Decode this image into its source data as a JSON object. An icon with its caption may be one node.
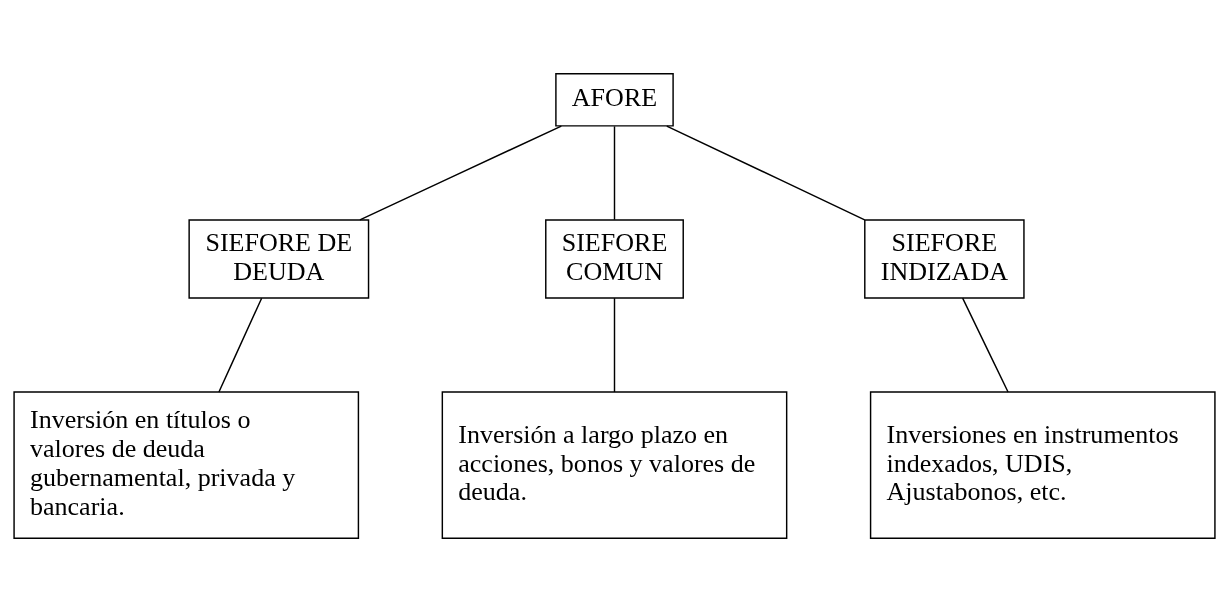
{
  "diagram": {
    "nodes": [
      {
        "text": [
          "AFORE"
        ]
      },
      {
        "text": [
          "SIEFORE DE DEUDA"
        ]
      },
      {
        "text": [
          "SIEFORE COMUN"
        ]
      },
      {
        "text": [
          "SIEFORE INDIZADA"
        ]
      },
      {
        "text": [
          "Inversión en títulos o valores de deuda gubernamental, privada y bancaria."
        ]
      },
      {
        "text": [
          "Inversión a largo plazo en acciones, bonos y valores de deuda."
        ]
      },
      {
        "text": [
          "Inversiones en instrumentos indexados, UDIS, Ajustabonos, etc."
        ]
      }
    ],
    "edges": [
      {
        "from": 0,
        "to": 1,
        "arrow": "none"
      },
      {
        "from": 0,
        "to": 2,
        "arrow": "none"
      },
      {
        "from": 0,
        "to": 3,
        "arrow": "none"
      },
      {
        "from": 1,
        "to": 4,
        "arrow": "none"
      },
      {
        "from": 2,
        "to": 5,
        "arrow": "none"
      },
      {
        "from": 3,
        "to": 6,
        "arrow": "none"
      }
    ]
  }
}
